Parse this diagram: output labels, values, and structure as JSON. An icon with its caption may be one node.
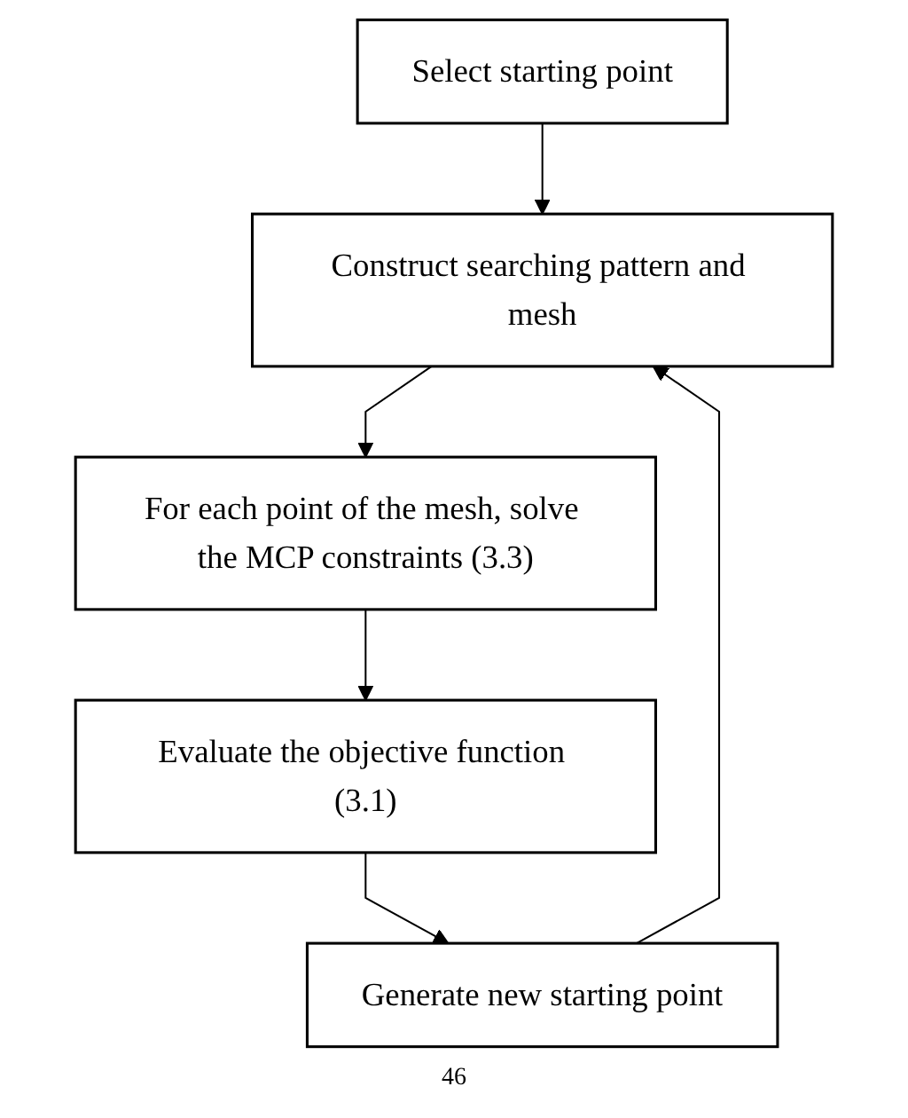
{
  "diagram": {
    "nodes": [
      {
        "text": [
          "Select starting point"
        ]
      },
      {
        "text": [
          "Construct searching pattern and mesh"
        ]
      },
      {
        "text": [
          "For each point of the mesh, solve the MCP constraints (3.3)"
        ]
      },
      {
        "text": [
          "Evaluate the objective function (3.1)"
        ]
      },
      {
        "text": [
          "Generate new starting point"
        ]
      }
    ],
    "edges": [
      {
        "from": 0,
        "to": 1,
        "arrow": "to"
      },
      {
        "from": 1,
        "to": 2,
        "arrow": "to"
      },
      {
        "from": 2,
        "to": 3,
        "arrow": "to"
      },
      {
        "from": 3,
        "to": 4,
        "arrow": "to"
      },
      {
        "from": 4,
        "to": 1,
        "arrow": "to"
      }
    ],
    "labels": [
      "46"
    ]
  }
}
